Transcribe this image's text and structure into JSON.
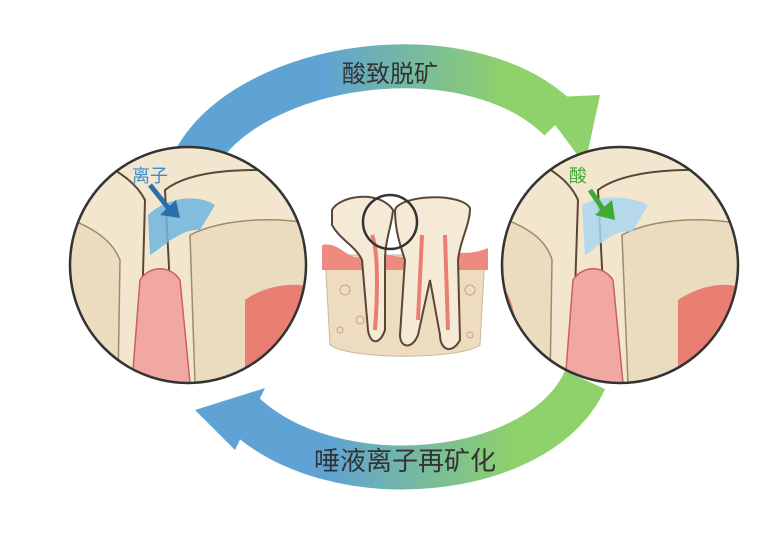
{
  "cycle": {
    "top_label": "酸致脱矿",
    "bottom_label": "唾液离子再矿化"
  },
  "left_zoom": {
    "label": "离子"
  },
  "right_zoom": {
    "label": "酸"
  },
  "colors": {
    "arrow_blue": "#5fa3d4",
    "arrow_green": "#8fd16a",
    "enamel": "#f3e6cf",
    "dentin": "#ecdcbf",
    "pulp": "#e97f73",
    "gum": "#f2a8a2",
    "lesion_blue": "#6fb5e0",
    "ion_text": "#3a8fcc",
    "acid_text": "#3faa34",
    "outline": "#5b4636"
  }
}
